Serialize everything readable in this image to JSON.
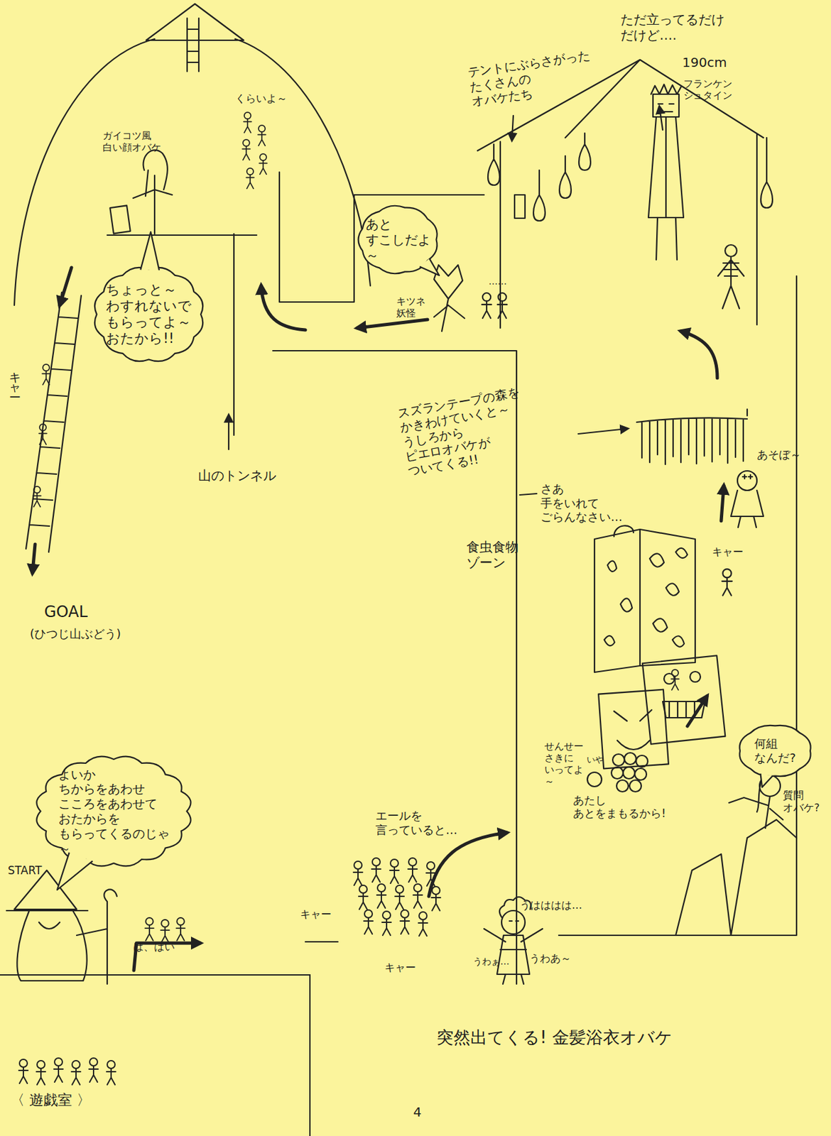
{
  "diagram": {
    "nodes": [
      {
        "text": [
          "ちょっと～ わすれないで もらってよ～ おたから!!"
        ]
      },
      {
        "text": [
          "あと すこしだよ～"
        ]
      },
      {
        "text": [
          "何組 なんだ?"
        ]
      },
      {
        "text": [
          "よいか ちからをあわせ こころをあわせて おたからを もらってくるのじゃ～"
        ]
      },
      {
        "text": [
          "〈 遊戯室 〉"
        ]
      }
    ],
    "labels": [
      "ガイコツ風 白い顔オバケ",
      "くらいよ～",
      "キャー",
      "山のトンネル",
      "GOAL",
      "(ひつじ山ぶどう)",
      "キツネ 妖怪",
      "……",
      "テントにぶらさがった たくさんの オバケたち",
      "ただ立ってるだけ だけど….",
      "190cm",
      "フランケン シュタイン",
      "スズランテープの森を かきわけていくと～ うしろから ピエロオバケが ついてくる!!",
      "あそぼ～",
      "さあ 手をいれて ごらんなさい…",
      "食虫食物 ゾーン",
      "キャー",
      "質問 オバケ?",
      "せんせー さきに いってよ～",
      "いや",
      "あたし あとをまもるから!",
      "START",
      "は、はい",
      "エールを 言っていると…",
      "キャー",
      "キャー",
      "うはははは…",
      "うわぁ…",
      "うわあ～",
      "突然出てくる! 金髪浴衣オバケ",
      "4"
    ]
  }
}
